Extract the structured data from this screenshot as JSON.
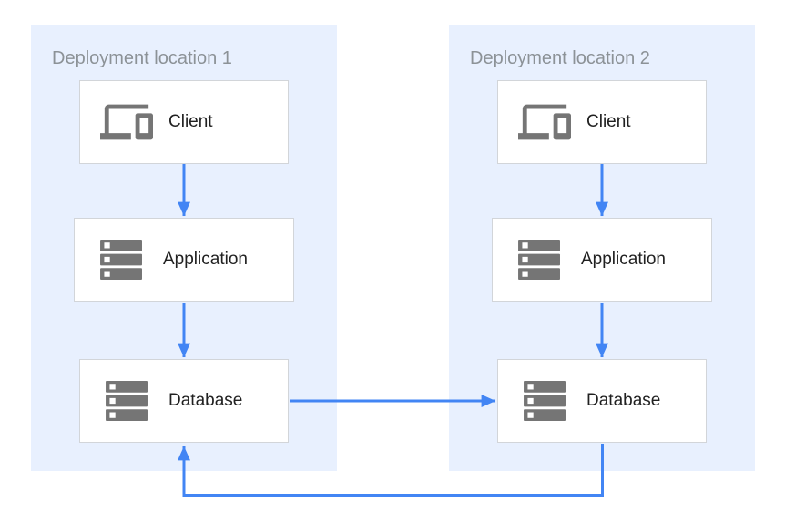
{
  "diagram": {
    "colors": {
      "page_bg": "#ffffff",
      "container_bg": "#e8f0fe",
      "container_label": "#8c9297",
      "box_bg": "#ffffff",
      "box_border": "#d2d5d9",
      "node_label": "#212121",
      "icon_gray": "#757575",
      "accent_blue": "#4285f4"
    },
    "locations": [
      {
        "label": "Deployment location 1",
        "nodes": [
          {
            "label": "Client",
            "icon": "devices-icon"
          },
          {
            "label": "Application",
            "icon": "server-stack-icon"
          },
          {
            "label": "Database",
            "icon": "server-stack-icon"
          }
        ]
      },
      {
        "label": "Deployment location 2",
        "nodes": [
          {
            "label": "Client",
            "icon": "devices-icon"
          },
          {
            "label": "Application",
            "icon": "server-stack-icon"
          },
          {
            "label": "Database",
            "icon": "server-stack-icon"
          }
        ]
      }
    ],
    "connections": [
      {
        "from": "location-1-client",
        "to": "location-1-application",
        "direction": "down"
      },
      {
        "from": "location-1-application",
        "to": "location-1-database",
        "direction": "down"
      },
      {
        "from": "location-2-client",
        "to": "location-2-application",
        "direction": "down"
      },
      {
        "from": "location-2-application",
        "to": "location-2-database",
        "direction": "down"
      },
      {
        "from": "location-1-database",
        "to": "location-2-database",
        "direction": "right"
      },
      {
        "from": "location-2-database",
        "to": "location-1-database",
        "direction": "bottom-loop"
      }
    ]
  }
}
